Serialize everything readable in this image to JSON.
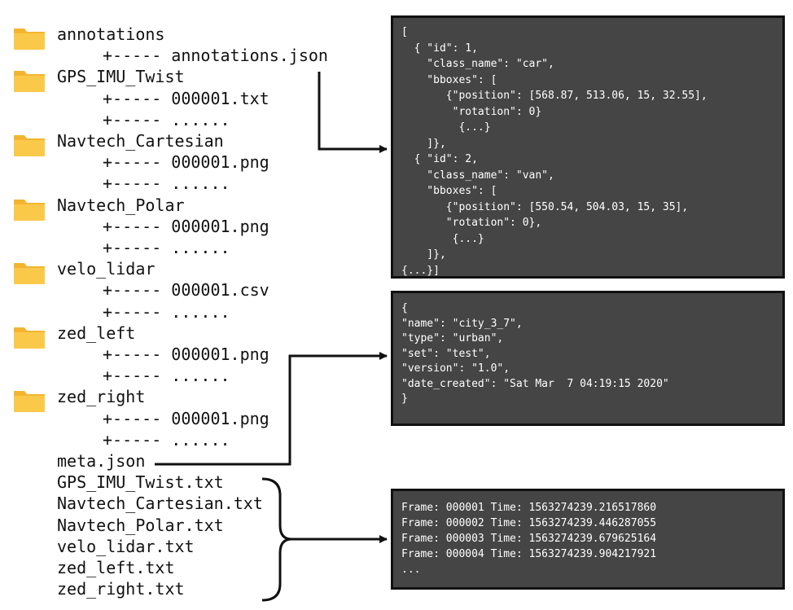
{
  "tree": {
    "folders": [
      {
        "name": "annotations",
        "children": [
          "+----- annotations.json"
        ]
      },
      {
        "name": "GPS_IMU_Twist",
        "children": [
          "+----- 000001.txt",
          "+----- ......"
        ]
      },
      {
        "name": "Navtech_Cartesian",
        "children": [
          "+----- 000001.png",
          "+----- ......"
        ]
      },
      {
        "name": "Navtech_Polar",
        "children": [
          "+----- 000001.png",
          "+----- ......"
        ]
      },
      {
        "name": "velo_lidar",
        "children": [
          "+----- 000001.csv",
          "+----- ......"
        ]
      },
      {
        "name": "zed_left",
        "children": [
          "+----- 000001.png",
          "+----- ......"
        ]
      },
      {
        "name": "zed_right",
        "children": [
          "+----- 000001.png",
          "+----- ......"
        ]
      }
    ],
    "files": [
      "meta.json",
      "GPS_IMU_Twist.txt",
      "Navtech_Cartesian.txt",
      "Navtech_Polar.txt",
      "velo_lidar.txt",
      "zed_left.txt",
      "zed_right.txt"
    ]
  },
  "panels": {
    "annotations_json": [
      "[",
      "  { \"id\": 1,",
      "    \"class_name\": \"car\",",
      "    \"bboxes\": [",
      "       {\"position\": [568.87, 513.06, 15, 32.55],",
      "        \"rotation\": 0}",
      "         {...}",
      "    ]},",
      "  { \"id\": 2,",
      "    \"class_name\": \"van\",",
      "    \"bboxes\": [",
      "       {\"position\": [550.54, 504.03, 15, 35],",
      "       \"rotation\": 0},",
      "        {...}",
      "    ]},",
      "{...}]"
    ],
    "meta_json": [
      "{",
      "\"name\": \"city_3_7\",",
      "\"type\": \"urban\",",
      "\"set\": \"test\",",
      "\"version\": \"1.0\",",
      "\"date_created\": \"Sat Mar  7 04:19:15 2020\"",
      "}"
    ],
    "timestamps": [
      "Frame: 000001 Time: 1563274239.216517860",
      "Frame: 000002 Time: 1563274239.446287055",
      "Frame: 000003 Time: 1563274239.679625164",
      "Frame: 000004 Time: 1563274239.904217921",
      "..."
    ]
  },
  "colors": {
    "folder": "#fbc94a",
    "folder_tab": "#f3b530",
    "panel_bg": "#454545",
    "panel_text": "#ffffff"
  }
}
